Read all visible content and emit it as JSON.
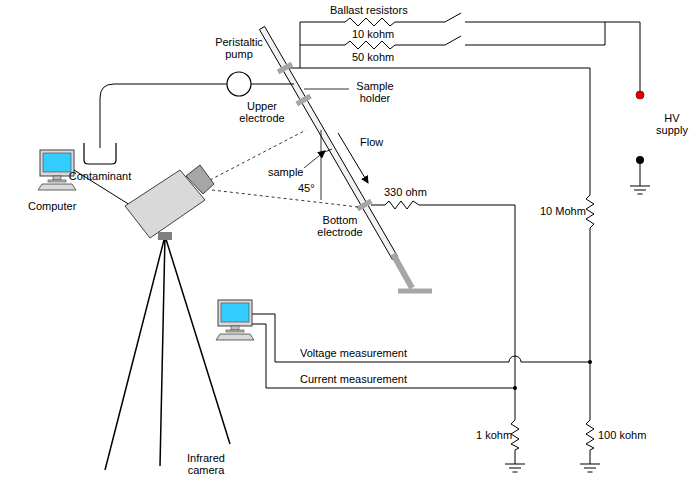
{
  "diagram": {
    "nodes": [
      {
        "text": [
          "Contaminant"
        ]
      },
      {
        "text": [
          "Peristaltic pump"
        ]
      }
    ],
    "edges": [
      {
        "from": 0,
        "to": 1,
        "arrow": "none"
      }
    ],
    "labels": [
      "Ballast resistors",
      "10 kohm",
      "50 kohm",
      "Upper electrode",
      "sample",
      "45°",
      "Sample holder",
      "Flow",
      "330 ohm",
      "Bottom electrode",
      "10 Mohm",
      "HV supply",
      "Computer",
      "Voltage measurement",
      "Current measurement",
      "1 kohm",
      "100 kohm",
      "Infrared camera"
    ]
  }
}
